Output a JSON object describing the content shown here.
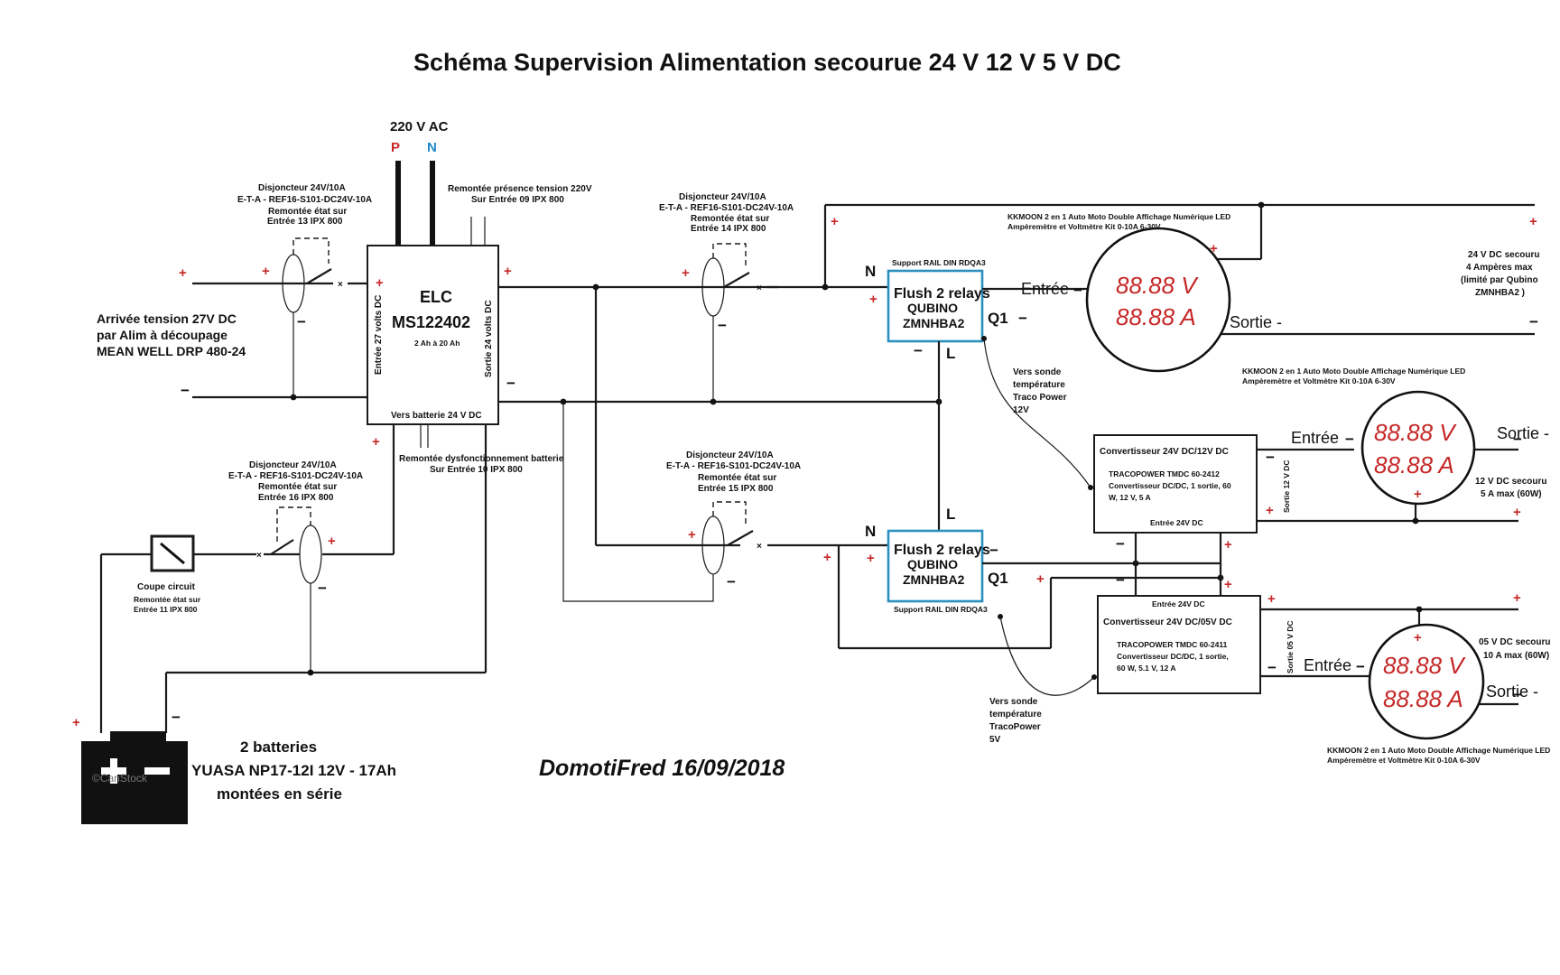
{
  "title": "Schéma Supervision Alimentation secourue 24 V 12 V 5 V DC",
  "signature": "DomotiFred 16/09/2018",
  "mains": {
    "label": "220 V AC",
    "phase": "P",
    "neutral": "N"
  },
  "colors": {
    "phase": "#c62828",
    "neutral": "#1e88c8",
    "qubino_border": "#2b8fbf",
    "meter_digits": "#c62828",
    "polarity_plus": "#c62828"
  },
  "input_supply": {
    "line1": "Arrivée tension 27V DC",
    "line2": "par Alim à découpage",
    "line3": "MEAN WELL DRP 480-24"
  },
  "elc": {
    "name": "ELC",
    "model": "MS122402",
    "capacity": "2 Ah à 20 Ah",
    "left_label": "Entrée 27 volts DC",
    "right_label": "Sortie 24 volts DC",
    "bottom_label": "Vers batterie 24 V DC"
  },
  "breakers": [
    {
      "line1": "Disjoncteur 24V/10A",
      "line2": "E-T-A - REF16-S101-DC24V-10A",
      "line3": "Remontée état sur",
      "line4": "Entrée 13 IPX 800"
    },
    {
      "line1": "Disjoncteur 24V/10A",
      "line2": "E-T-A - REF16-S101-DC24V-10A",
      "line3": "Remontée état sur",
      "line4": "Entrée 14 IPX 800"
    },
    {
      "line1": "Disjoncteur 24V/10A",
      "line2": "E-T-A - REF16-S101-DC24V-10A",
      "line3": "Remontée état sur",
      "line4": "Entrée 16 IPX 800"
    },
    {
      "line1": "Disjoncteur 24V/10A",
      "line2": "E-T-A - REF16-S101-DC24V-10A",
      "line3": "Remontée état sur",
      "line4": "Entrée 15 IPX 800"
    }
  ],
  "feedbacks": {
    "presence_220": {
      "line1": "Remontée présence tension 220V",
      "line2": "Sur Entrée 09 IPX 800"
    },
    "battery_fault": {
      "line1": "Remontée dysfonctionnement batterie",
      "line2": "Sur Entrée 10 IPX 800"
    }
  },
  "coupe_circuit": {
    "line1": "Coupe circuit",
    "line2": "Remontée état sur",
    "line3": "Entrée 11 IPX 800"
  },
  "battery": {
    "line1": "2 batteries",
    "line2": "YUASA NP17-12I 12V - 17Ah",
    "line3": "montées en série",
    "plus_sign": "+",
    "minus_sign": "−",
    "watermark": "©CanStock"
  },
  "qubino": [
    {
      "line1": "Flush 2 relays",
      "line2": "QUBINO",
      "line3": "ZMNHBA2",
      "support": "Support RAIL DIN RDQA3"
    },
    {
      "line1": "Flush 2 relays",
      "line2": "QUBINO",
      "line3": "ZMNHBA2",
      "support": "Support RAIL DIN RDQA3"
    }
  ],
  "relay_terms": {
    "n": "N",
    "l": "L",
    "q1": "Q1"
  },
  "meters": [
    {
      "desc1": "KKMOON 2 en 1 Auto Moto Double Affichage Numérique LED",
      "desc2": "Ampèremètre et Voltmètre Kit 0-10A 6-30V",
      "volts": "88.88 V",
      "amps": "88.88 A",
      "in_label": "Entrée",
      "out_label": "Sortie -"
    },
    {
      "desc1": "KKMOON 2 en 1 Auto Moto Double Affichage Numérique LED",
      "desc2": "Ampèremètre et Voltmètre Kit 0-10A 6-30V",
      "volts": "88.88 V",
      "amps": "88.88 A",
      "in_label": "Entrée",
      "out_label": "Sortie -"
    },
    {
      "desc1": "KKMOON 2 en 1 Auto Moto Double Affichage Numérique LED",
      "desc2": "Ampèremètre et Voltmètre Kit 0-10A 6-30V",
      "volts": "88.88 V",
      "amps": "88.88 A",
      "in_label": "Entrée",
      "out_label": "Sortie -"
    }
  ],
  "outputs": {
    "out24": {
      "line1": "24 V DC secouru",
      "line2": "4 Ampères max",
      "line3": "(limité par Qubino",
      "line4": "ZMNHBA2 )"
    },
    "out12": {
      "line1": "12 V DC secouru",
      "line2": "5 A max (60W)"
    },
    "out05": {
      "line1": "05 V DC secouru",
      "line2": "10 A max (60W)"
    }
  },
  "converters": {
    "c12": {
      "title": "Convertisseur 24V DC/12V DC",
      "line1": "TRACOPOWER TMDC 60-2412",
      "line2": "Convertisseur DC/DC, 1 sortie, 60",
      "line3": "W, 12 V, 5 A",
      "bottom": "Entrée 24V DC",
      "side": "Sortie 12 V DC"
    },
    "c05": {
      "title": "Convertisseur 24V DC/05V DC",
      "top": "Entrée 24V DC",
      "line1": "TRACOPOWER TMDC 60-2411",
      "line2": "Convertisseur DC/DC, 1 sortie,",
      "line3": "60 W, 5.1 V, 12 A",
      "side": "Sortie 05 V DC"
    }
  },
  "probes": {
    "p12": {
      "line1": "Vers sonde",
      "line2": "température",
      "line3": "Traco Power",
      "line4": "12V"
    },
    "p05": {
      "line1": "Vers sonde",
      "line2": "température",
      "line3": "TracoPower",
      "line4": "5V"
    }
  },
  "polarity": {
    "plus": "+",
    "minus": "−"
  }
}
